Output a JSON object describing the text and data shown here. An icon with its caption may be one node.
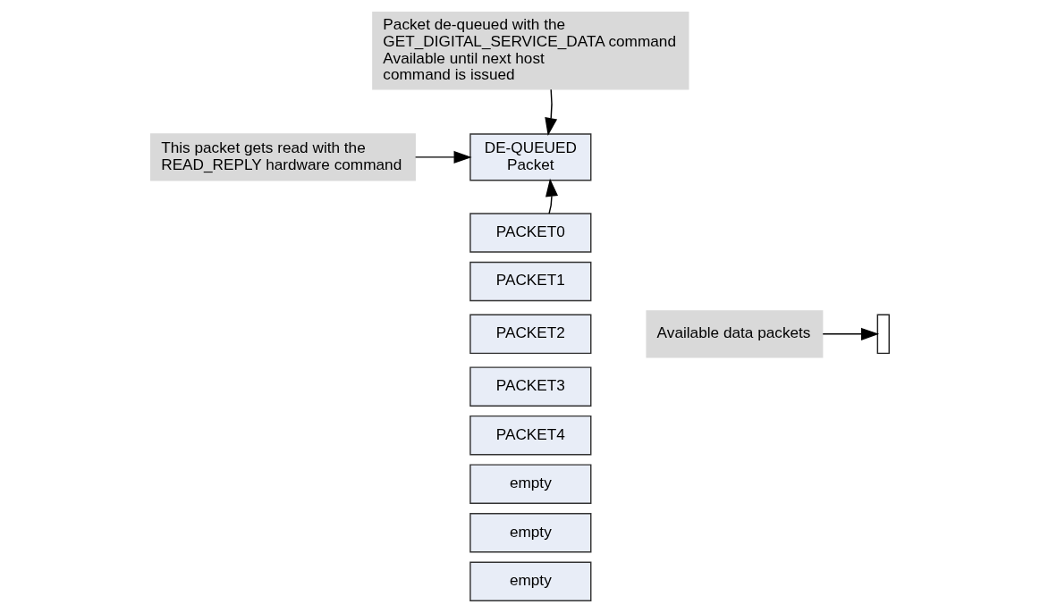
{
  "diagram": {
    "nodes": [
      {
        "text": [
          "Packet de-queued with the GET_DIGITAL_SERVICE_DATA command Available until next host command is issued"
        ]
      },
      {
        "text": [
          "DE-QUEUED Packet"
        ]
      },
      {
        "text": [
          "This packet gets read with the READ_REPLY hardware command"
        ]
      },
      {
        "text": [
          "PACKET0"
        ]
      },
      {
        "text": [
          "PACKET1"
        ]
      },
      {
        "text": [
          "PACKET2"
        ]
      },
      {
        "text": [
          "PACKET3"
        ]
      },
      {
        "text": [
          "PACKET4"
        ]
      },
      {
        "text": [
          "empty"
        ]
      },
      {
        "text": [
          "empty"
        ]
      },
      {
        "text": [
          "empty"
        ]
      },
      {
        "text": [
          "Available data packets"
        ]
      },
      {
        "text": [],
        "shape": "bracket"
      }
    ],
    "edges": [
      {
        "from": 0,
        "to": 1,
        "arrow": "to"
      },
      {
        "from": 2,
        "to": 1,
        "arrow": "to"
      },
      {
        "from": 3,
        "to": 1,
        "arrow": "to"
      },
      {
        "from": 11,
        "to": 12,
        "arrow": "to"
      }
    ]
  }
}
